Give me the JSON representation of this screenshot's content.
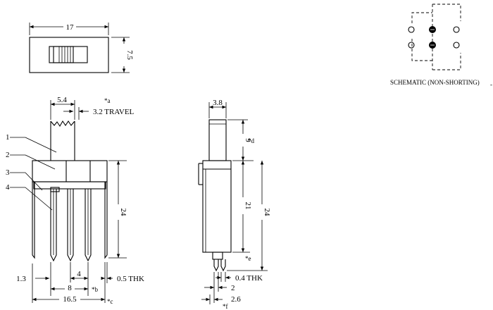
{
  "schematic": {
    "caption": "SCHEMATIC (NON-SHORTING)"
  },
  "top_view": {
    "width": "17",
    "height": "7.5"
  },
  "front_view": {
    "actuator_width": "5.4",
    "travel": "3.2 TRAVEL",
    "note_a": "*a",
    "height": "24",
    "pin_offset": "1.3",
    "pin_pitch": "4",
    "pin_thickness": "0.5 THK",
    "pin_span": "8",
    "note_b": "*b",
    "overall_width": "16.5",
    "note_c": "*c",
    "callouts": [
      "1",
      "2",
      "3",
      "4"
    ]
  },
  "side_view": {
    "actuator_width": "3.8",
    "actuator_height": "9",
    "note_d": "*d",
    "body_height": "21",
    "overall_height": "24",
    "note_e": "*e",
    "pin_thickness": "0.4 THK",
    "pin_width": "2",
    "pin_offset": "2.6",
    "note_f": "*f"
  }
}
